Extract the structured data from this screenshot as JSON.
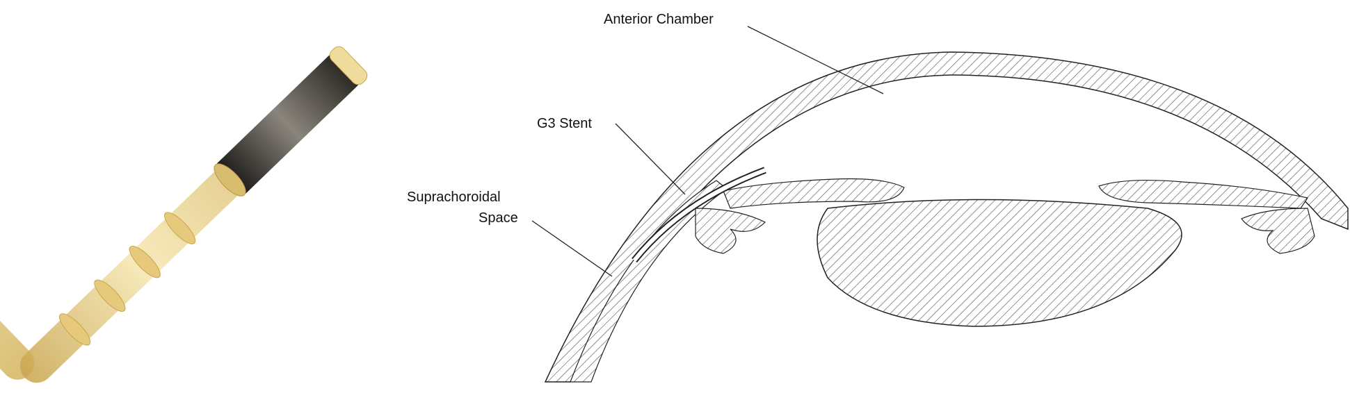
{
  "labels": {
    "anterior_chamber": "Anterior Chamber",
    "g3_stent": "G3 Stent",
    "suprachoroidal_line1": "Suprachoroidal",
    "suprachoroidal_line2": "Space"
  },
  "colors": {
    "stent_gold": "#e9cf86",
    "stent_dark": "#3a3630",
    "line": "#222222",
    "hatch": "#444444"
  }
}
